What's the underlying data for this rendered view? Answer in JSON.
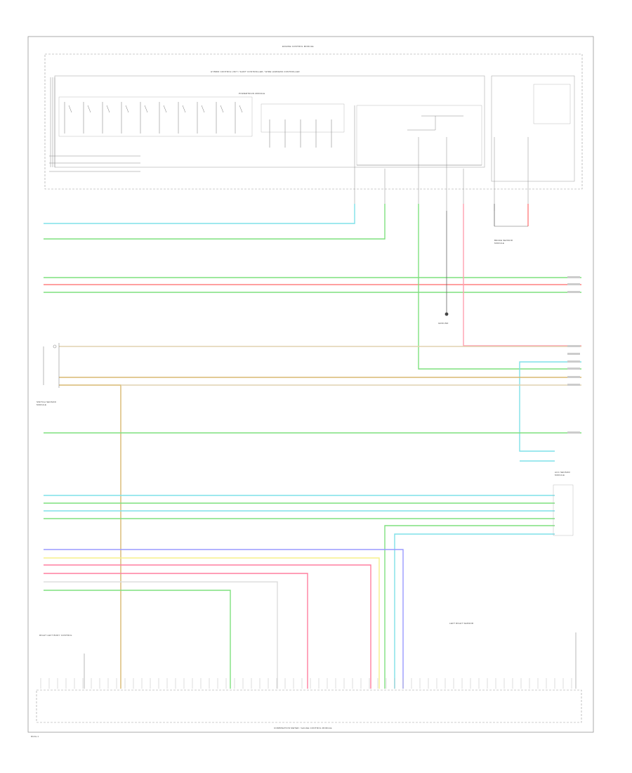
{
  "diagram": {
    "top_title": "ENGINE CONTROL MODULE",
    "hybrid_controller": "HYBRID CONTROL UNIT / SHIFT CONTROLLER / WIRE HARNESS CONTROLLER",
    "sub_module": "POWERTRAIN MODULE",
    "bottom_title": "COMBINATION METER / GAUGE CONTROL MODULE",
    "bottom_left_label": "RIGHT LEFT BODY CONTROL",
    "bottom_right_label": "LEFT RIGHT SENSOR",
    "left_side_label": "SWITCH SENSOR MODULE",
    "right_side_label": "BRAKE SENSOR MODULE",
    "right_side_label2": "ACC SENSOR MODULE",
    "ground_label": "GROUND",
    "footer_code": "DIAG-1"
  },
  "wire_colors": {
    "lt_blue": "#7fe0e8",
    "green": "#7fe07f",
    "red": "#ff8080",
    "tan": "#e0d2b0",
    "orange_tan": "#d9b870",
    "purple": "#9a9aff",
    "yellow": "#f5f08a",
    "pink": "#ff7f9f",
    "white": "#dddddd",
    "black": "#444444"
  }
}
